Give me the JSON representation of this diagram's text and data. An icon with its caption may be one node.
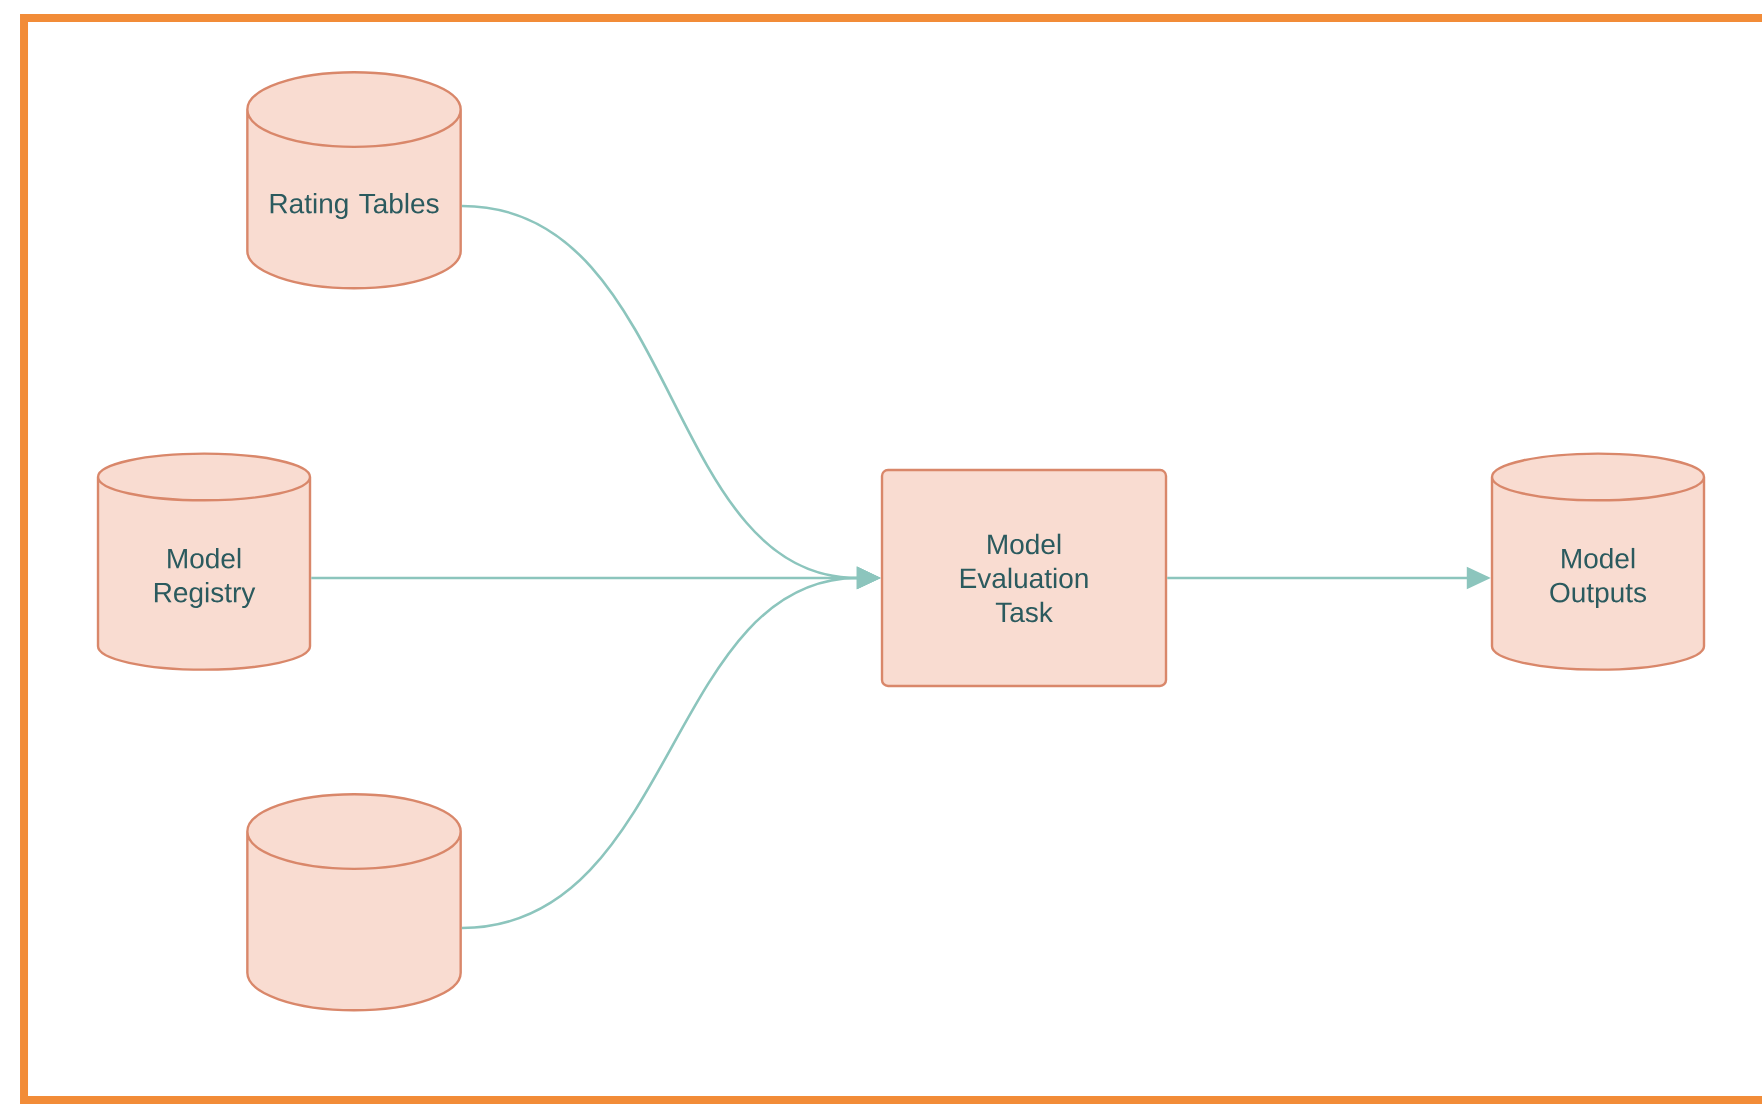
{
  "diagram": {
    "nodes": [
      {
        "text": [
          "Rating Tables"
        ]
      },
      {
        "text": [
          "Model Registry"
        ]
      },
      {
        "text": [],
        "shape": "cylinder"
      },
      {
        "text": [
          "Model Evaluation Task"
        ]
      },
      {
        "text": [
          "Model Outputs"
        ]
      }
    ],
    "edges": [
      {
        "from": 0,
        "to": 3,
        "arrow": "to"
      },
      {
        "from": 1,
        "to": 3,
        "arrow": "to"
      },
      {
        "from": 2,
        "to": 3,
        "arrow": "to"
      },
      {
        "from": 3,
        "to": 4,
        "arrow": "to"
      }
    ]
  }
}
